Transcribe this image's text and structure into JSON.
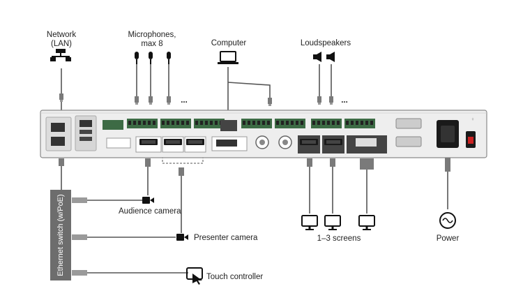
{
  "labels": {
    "network": "Network\n(LAN)",
    "microphones": "Microphones,\nmax 8",
    "computer": "Computer",
    "loudspeakers": "Loudspeakers",
    "audience_camera": "Audience camera",
    "presenter_camera": "Presenter camera",
    "touch_controller": "Touch controller",
    "screens": "1–3 screens",
    "power": "Power",
    "ethernet_switch": "Ethernet switch (w/PoE)",
    "mic_ellipsis": "...",
    "speaker_ellipsis": "..."
  },
  "colors": {
    "cable": "#555555",
    "panel": "#eeeeee",
    "connector_green": "#3d6b45",
    "switch": "#6d6d6d"
  },
  "icons": [
    "network-icon",
    "microphone-icon",
    "laptop-icon",
    "loudspeaker-icon",
    "camera-icon",
    "monitor-icon",
    "power-icon",
    "touch-controller-icon"
  ]
}
